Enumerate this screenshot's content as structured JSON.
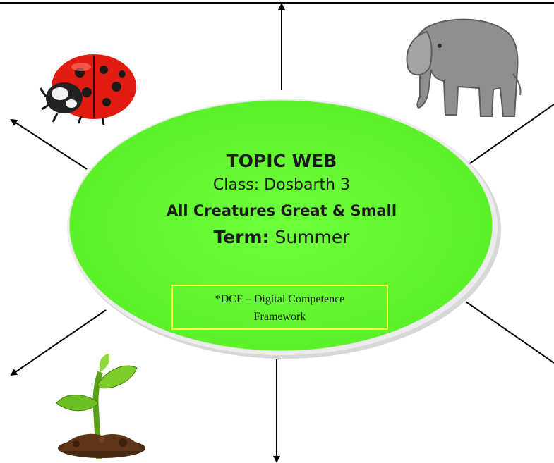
{
  "topic_web": {
    "title": "TOPIC WEB",
    "class_label": "Class: Dosbarth 3",
    "topic": "All Creatures Great & Small",
    "term_label": "Term:",
    "term_value": "Summer"
  },
  "note": {
    "line1": "*DCF – Digital Competence",
    "line2": "Framework"
  },
  "colors": {
    "ellipse_fill": "#66ff33",
    "note_border": "#ffff33"
  },
  "icons": [
    "ladybird-icon",
    "elephant-icon",
    "seedling-icon"
  ]
}
